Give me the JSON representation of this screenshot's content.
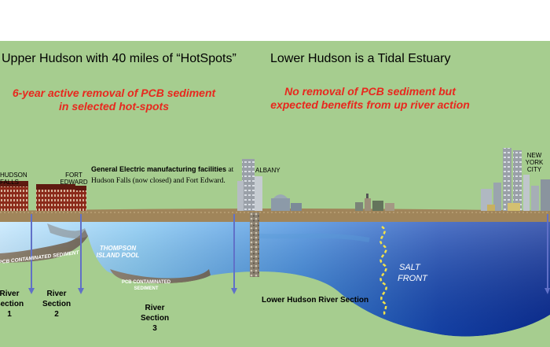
{
  "headings": {
    "upper": "Upper Hudson with 40 miles of “HotSpots”",
    "lower": "Lower Hudson is a Tidal Estuary"
  },
  "subtitles": {
    "upper_line1": "6-year active removal of PCB sediment",
    "upper_line2": "in selected hot-spots",
    "lower_line1": "No removal of PCB sediment but",
    "lower_line2": "expected benefits from up river action"
  },
  "places": {
    "hudson_falls_1": "HUDSON",
    "hudson_falls_2": "FALLS",
    "fort_edward_1": "FORT",
    "fort_edward_2": "EDWARD",
    "albany": "ALBANY",
    "new_york_1": "NEW",
    "new_york_2": "YORK",
    "new_york_3": "CITY"
  },
  "ge_note": {
    "bold": "General Electric manufacturing facilities",
    "rest1": " at",
    "line2": "Hudson Falls (now closed) and Fort Edward."
  },
  "river_labels": {
    "pcb_sediment_1": "PCB CONTAMINATED SEDIMENT",
    "pcb_sediment_2a": "PCB CONTAMINATED",
    "pcb_sediment_2b": "SEDIMENT",
    "thompson_1": "THOMPSON",
    "thompson_2": "ISLAND POOL",
    "salt_1": "SALT",
    "salt_2": "FRONT"
  },
  "sections": {
    "s1": [
      "River",
      "Section",
      "1"
    ],
    "s2": [
      "River",
      "Section",
      "2"
    ],
    "s3": [
      "River",
      "Section",
      "3"
    ],
    "lower": "Lower Hudson River Section"
  },
  "colors": {
    "land": "#a6cd8f",
    "highlight_text": "#e8281e",
    "water_light": "#bfe6ff",
    "water_dark": "#0a2e9a",
    "sediment": "#7a6a5a",
    "bank": "#a0855a",
    "brick": "#8b2a1a",
    "marker": "#6070c8"
  }
}
